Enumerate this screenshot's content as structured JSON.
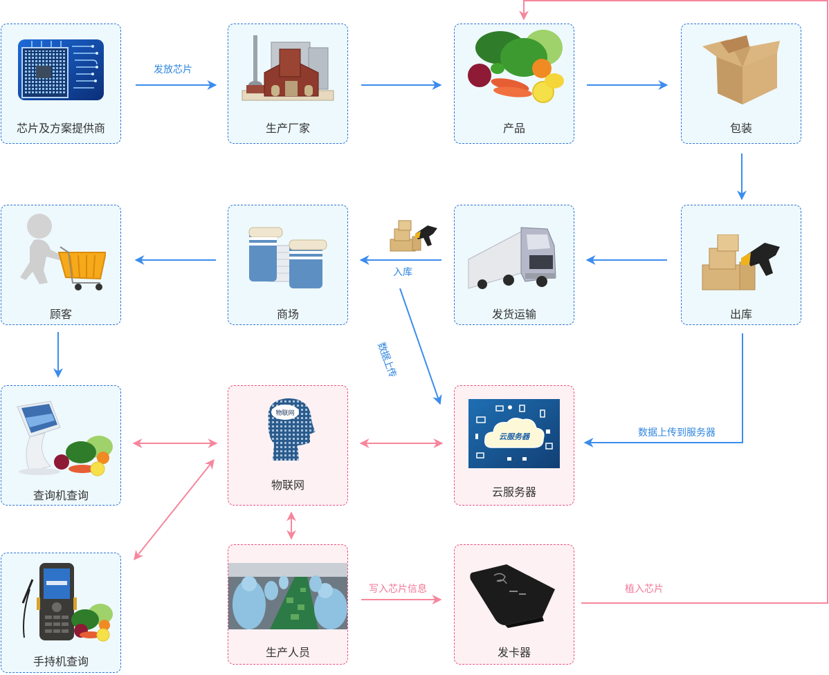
{
  "colors": {
    "flow_blue": "#3b8ced",
    "flow_pink": "#f6869c",
    "node_blue_border": "#2f74d6",
    "node_blue_fill": "#eef9fd",
    "node_pink_border": "#ee4f86",
    "node_pink_fill": "#fdf1f3"
  },
  "nodes": {
    "chip_provider": {
      "label": "芯片及方案提供商",
      "icon": "circuit-chip-icon"
    },
    "factory": {
      "label": "生产厂家",
      "icon": "factory-icon"
    },
    "product": {
      "label": "产品",
      "icon": "vegetables-icon"
    },
    "packaging": {
      "label": "包装",
      "icon": "cardboard-box-icon"
    },
    "customer": {
      "label": "顾客",
      "icon": "shopping-cart-person-icon"
    },
    "mall": {
      "label": "商场",
      "icon": "buildings-icon"
    },
    "shipping": {
      "label": "发货运输",
      "icon": "truck-icon"
    },
    "outbound": {
      "label": "出库",
      "icon": "boxes-scanner-icon"
    },
    "kiosk_query": {
      "label": "查询机查询",
      "icon": "kiosk-icon"
    },
    "iot": {
      "label": "物联网",
      "icon": "iot-head-icon",
      "icon_text": "物联网"
    },
    "cloud_server": {
      "label": "云服务器",
      "icon": "cloud-server-icon",
      "icon_text": "云服务器"
    },
    "handheld_query": {
      "label": "手持机查询",
      "icon": "handheld-terminal-icon"
    },
    "production_staff": {
      "label": "生产人员",
      "icon": "assembly-line-workers-icon"
    },
    "card_issuer": {
      "label": "发卡器",
      "icon": "card-reader-icon"
    }
  },
  "edges": {
    "issue_chip": "发放芯片",
    "warehouse_in": "入库",
    "data_upload": "数据上传",
    "upload_to_server": "数据上传到服务器",
    "write_chip_info": "写入芯片信息",
    "implant_chip": "植入芯片"
  }
}
